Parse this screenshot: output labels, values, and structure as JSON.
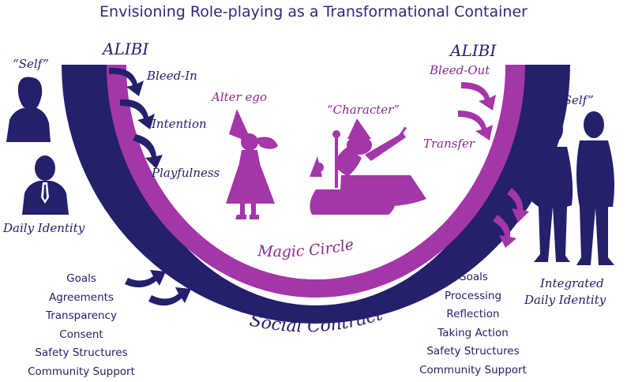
{
  "title": "Envisioning Role-playing as a Transformational Container",
  "left": {
    "alibi": "ALIBI",
    "self_label": "“Self”",
    "daily_identity": "Daily Identity",
    "steps": [
      "Bleed-In",
      "Intention",
      "Playfulness"
    ],
    "social_items": [
      "Goals",
      "Agreements",
      "Transparency",
      "Consent",
      "Safety Structures",
      "Community Support"
    ]
  },
  "right": {
    "alibi": "ALIBI",
    "bleed_out": "Bleed-Out",
    "transfer": "Transfer",
    "self_label": "“Self”",
    "integrated_line1": "Integrated",
    "integrated_line2": "Daily Identity",
    "social_items": [
      "Goals",
      "Processing",
      "Reflection",
      "Taking Action",
      "Safety Structures",
      "Community Support"
    ]
  },
  "center": {
    "alter_ego": "Alter ego",
    "character": "“Character”",
    "magic_circle": "Magic Circle",
    "social_contract": "Social Contract"
  },
  "colors": {
    "navy": "#24206b",
    "purple": "#8a2a8e",
    "magenta": "#a336a8"
  },
  "icons": [
    "businesswoman-silhouette",
    "businessman-silhouette",
    "princess-silhouette",
    "wizard-silhouette",
    "couple-silhouette",
    "curved-arrow"
  ]
}
